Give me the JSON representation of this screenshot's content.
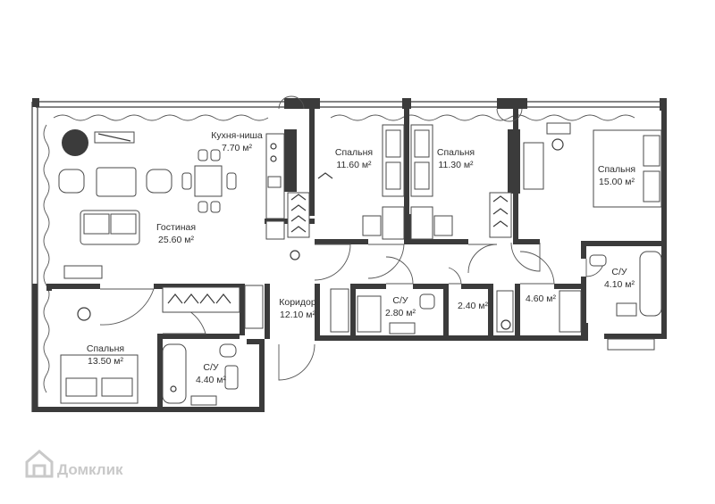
{
  "rooms": {
    "kitchen": {
      "name": "Кухня-ниша",
      "area": "7.70 м²"
    },
    "living": {
      "name": "Гостиная",
      "area": "25.60 м²"
    },
    "bed1": {
      "name": "Спальня",
      "area": "11.60 м²"
    },
    "bed2": {
      "name": "Спальня",
      "area": "11.30 м²"
    },
    "bed3": {
      "name": "Спальня",
      "area": "15.00 м²"
    },
    "bed4": {
      "name": "Спальня",
      "area": "13.50 м²"
    },
    "corridor": {
      "name": "Коридор",
      "area": "12.10 м²"
    },
    "bath1": {
      "name": "С/У",
      "area": "2.80 м²"
    },
    "bath2": {
      "name": "С/У",
      "area": "4.10 м²"
    },
    "bath3": {
      "name": "С/У",
      "area": "4.40 м²"
    },
    "storage1": {
      "area": "2.40 м²"
    },
    "storage2": {
      "area": "4.60 м²"
    }
  },
  "watermark": {
    "text": "Домклик"
  },
  "colors": {
    "wall": "#3b3b3b",
    "line": "#4a4a4a",
    "watermark": "#c9c9c9"
  }
}
